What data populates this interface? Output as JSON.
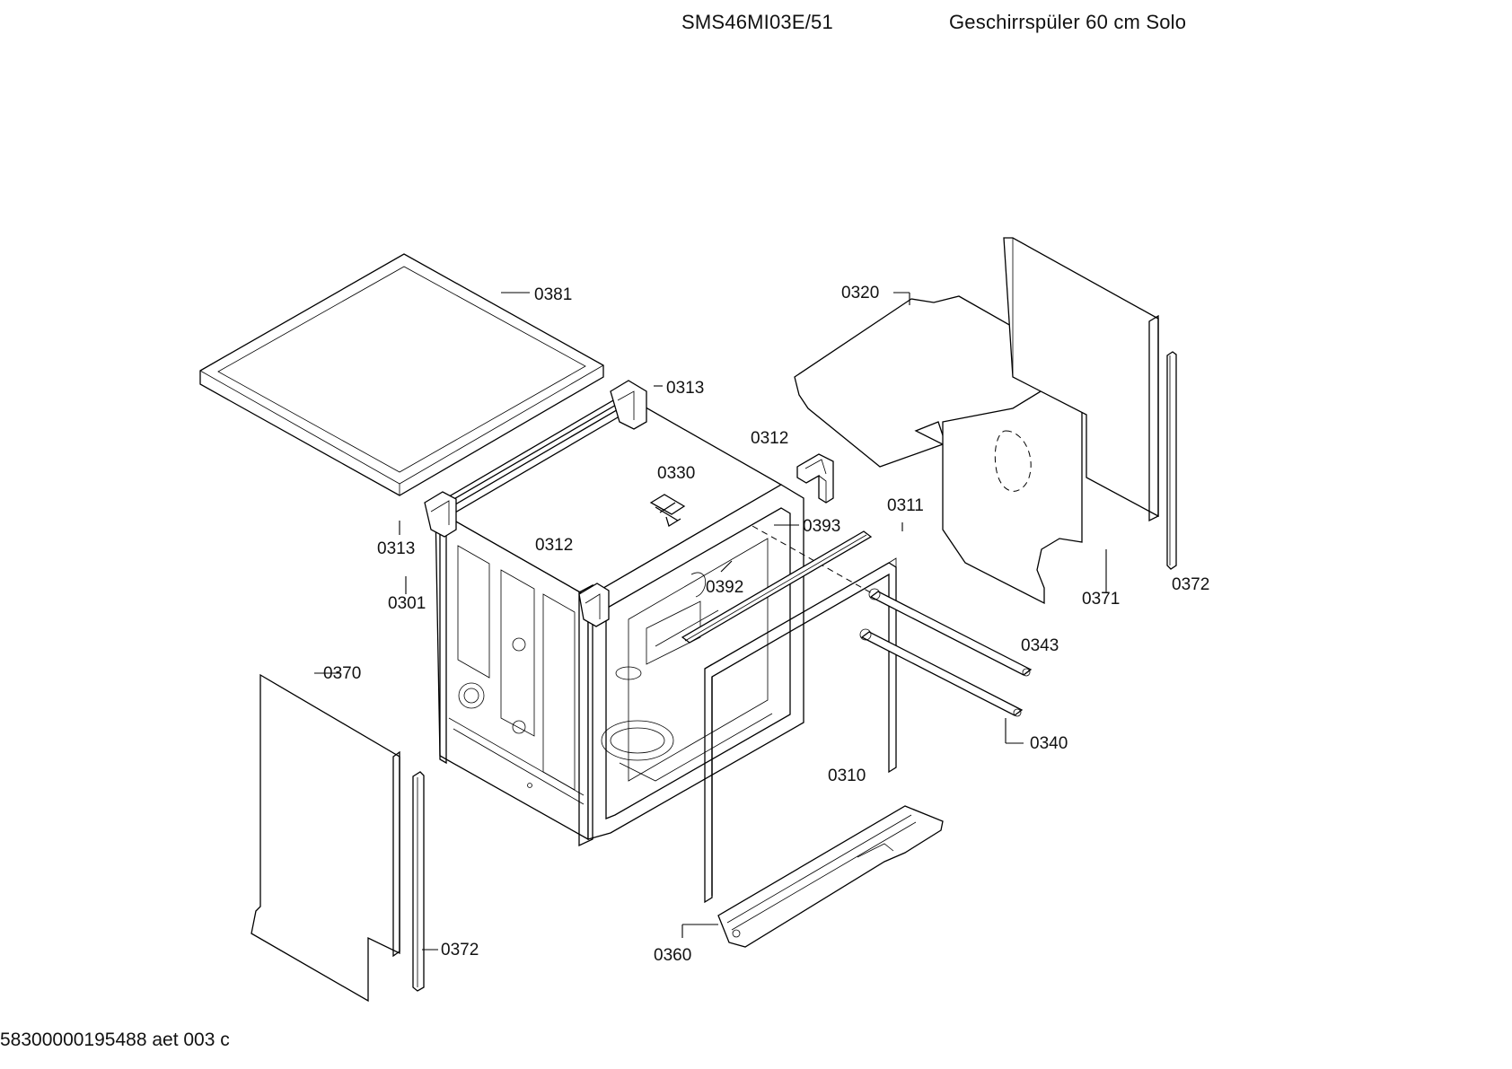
{
  "header": {
    "model": "SMS46MI03E/51",
    "description": "Geschirrspüler 60 cm Solo"
  },
  "footer": {
    "code": "58300000195488 aet 003 c"
  },
  "parts": [
    {
      "label": "0381"
    },
    {
      "label": "0313"
    },
    {
      "label": "0320"
    },
    {
      "label": "0312"
    },
    {
      "label": "0330"
    },
    {
      "label": "0311"
    },
    {
      "label": "0393"
    },
    {
      "label": "0313"
    },
    {
      "label": "0312"
    },
    {
      "label": "0392"
    },
    {
      "label": "0301"
    },
    {
      "label": "0371"
    },
    {
      "label": "0372"
    },
    {
      "label": "0343"
    },
    {
      "label": "0370"
    },
    {
      "label": "0340"
    },
    {
      "label": "0310"
    },
    {
      "label": "0372"
    },
    {
      "label": "0360"
    }
  ]
}
